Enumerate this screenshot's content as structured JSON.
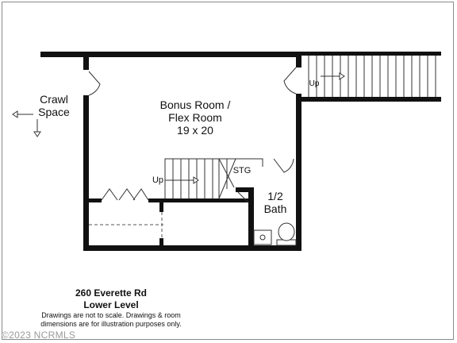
{
  "rooms": {
    "crawl_space": {
      "line1": "Crawl",
      "line2": "Space"
    },
    "bonus_room": {
      "line1": "Bonus Room /",
      "line2": "Flex Room",
      "line3": "19 x 20"
    },
    "half_bath": {
      "line1": "1/2",
      "line2": "Bath"
    },
    "storage": "STG"
  },
  "stairs": {
    "upper_label": "Up",
    "inner_label": "Up"
  },
  "caption": {
    "address": "260 Everette Rd",
    "level": "Lower Level",
    "disclaimer_line1": "Drawings are not to scale. Drawings & room",
    "disclaimer_line2": "dimensions are for illustration purposes only."
  },
  "watermark": "©2023 NCRMLS",
  "colors": {
    "wall": "#111111",
    "line": "#333333",
    "watermark": "#9a9a9a"
  }
}
